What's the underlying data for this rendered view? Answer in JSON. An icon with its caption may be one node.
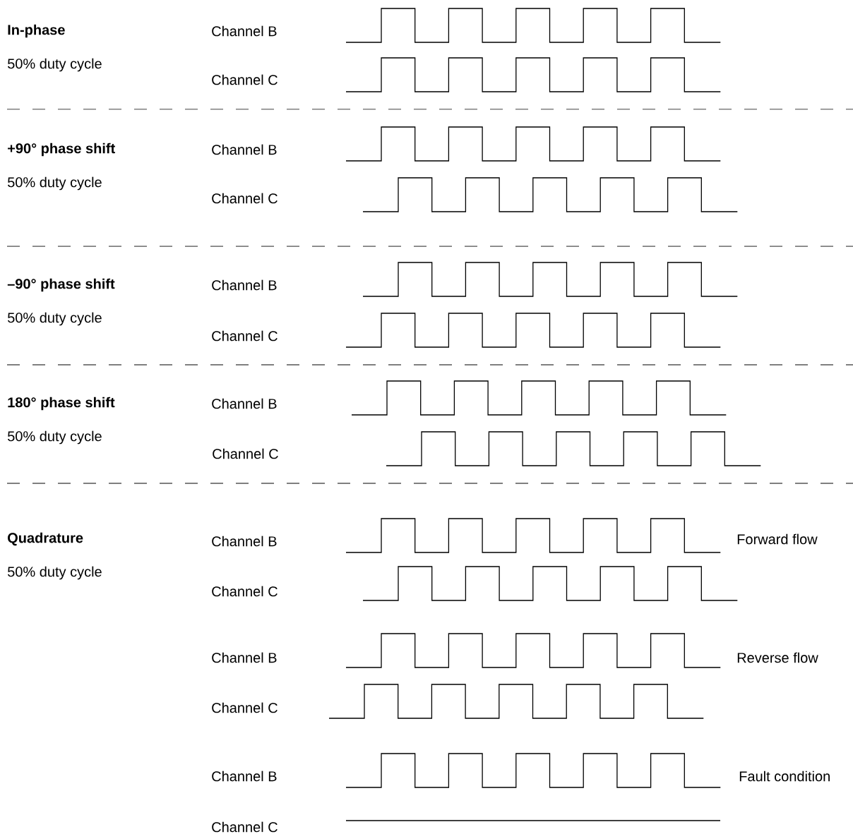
{
  "diagram": {
    "labels": [
      "In-phase",
      "Channel B",
      "50% duty cycle",
      "Channel C",
      "+90° phase shift",
      "Channel B",
      "50% duty cycle",
      "Channel C",
      "–90° phase shift",
      "Channel B",
      "50% duty cycle",
      "Channel C",
      "180° phase shift",
      "Channel B",
      "50% duty cycle",
      "Channel C",
      "Quadrature",
      "Channel B",
      "Forward flow",
      "50% duty cycle",
      "Channel C",
      "Channel B",
      "Reverse flow",
      "Channel C",
      "Channel B",
      "Fault condition",
      "Channel C"
    ]
  }
}
